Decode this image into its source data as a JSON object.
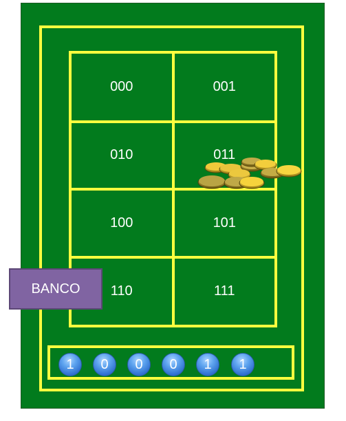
{
  "board": {
    "cells": [
      "000",
      "001",
      "010",
      "011",
      "100",
      "101",
      "110",
      "111"
    ]
  },
  "banco": {
    "label": "BANCO",
    "color": "#8064a2"
  },
  "bits": [
    "1",
    "0",
    "0",
    "0",
    "1",
    "1"
  ],
  "colors": {
    "felt": "#027b1d",
    "lines": "#ffff3f",
    "bit_ball": "#4a8ee0",
    "coin": "#e2c33a"
  },
  "icons": {
    "coin_pile": "gold-coins-icon"
  }
}
